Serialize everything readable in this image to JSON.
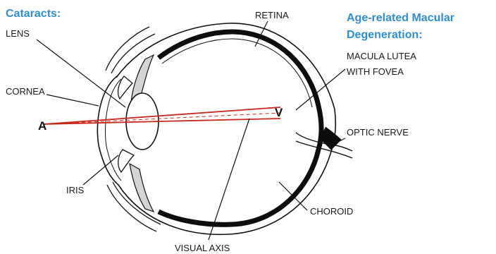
{
  "headings": {
    "cataracts": "Cataracts:",
    "amd_line1": "Age-related Macular",
    "amd_line2": "Degeneration:"
  },
  "labels": {
    "lens": "LENS",
    "cornea": "CORNEA",
    "iris": "IRIS",
    "retina": "RETINA",
    "macula_line1": "MACULA LUTEA",
    "macula_line2": "WITH FOVEA",
    "optic_nerve": "OPTIC NERVE",
    "choroid": "CHOROID",
    "visual_axis": "VISUAL AXIS"
  },
  "points": {
    "a": "A",
    "v": "V"
  },
  "colors": {
    "heading": "#2f8fcb",
    "axis_line": "#c8281e",
    "ink": "#111111"
  }
}
